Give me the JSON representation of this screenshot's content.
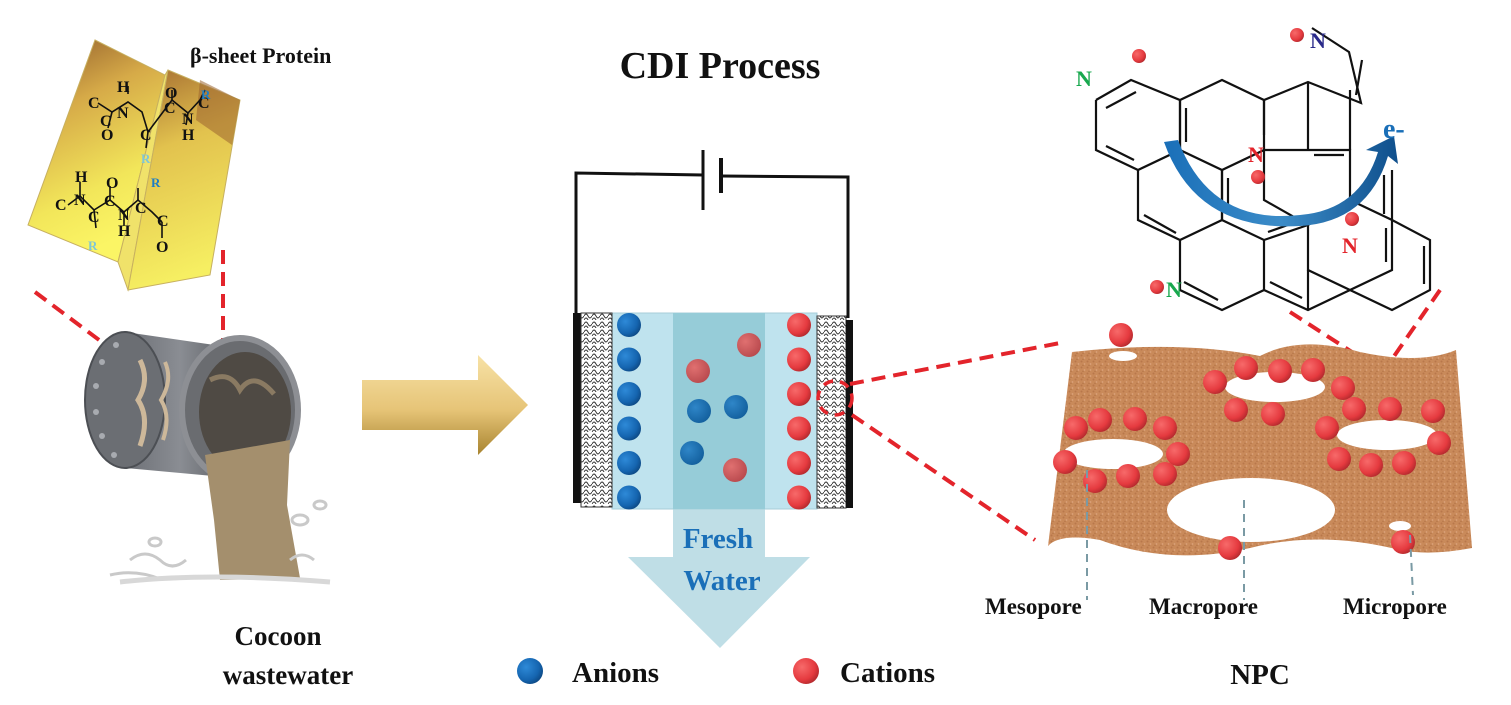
{
  "protein": {
    "title": "β-sheet Protein",
    "atoms_top": [
      "C",
      "H",
      "N",
      "C",
      "O",
      "C",
      "R",
      "O",
      "C",
      "N",
      "H",
      "R",
      "C"
    ],
    "atoms_bottom": [
      "H",
      "C",
      "N",
      "C",
      "R",
      "O",
      "C",
      "N",
      "H",
      "R",
      "C",
      "C",
      "O"
    ],
    "r_color_dark": "#1f7ec4",
    "r_color_light": "#7fc6d6"
  },
  "wastewater": {
    "label_line1": "Cocoon",
    "label_line2": "wastewater"
  },
  "cdi": {
    "title": "CDI Process",
    "fresh_water_line1": "Fresh",
    "fresh_water_line2": "Water",
    "fresh_water_color": "#1a6fb8",
    "anode_anions": 6,
    "cathode_cations": 6,
    "channel_anions": 3,
    "channel_cations": 3
  },
  "legend": {
    "anions_label": "Anions",
    "cations_label": "Cations",
    "anion_color": "#1565b0",
    "cation_color": "#e53a3f"
  },
  "npc": {
    "label": "NPC",
    "pores": [
      "Mesopore",
      "Macropore",
      "Micropore"
    ],
    "electron_label": "e-",
    "n_labels": {
      "pyridinic": "N",
      "pyrrolic": "N",
      "graphitic": "N"
    },
    "colors": {
      "pyridinic": "#18a84e",
      "pyrrolic": "#2a2a8a",
      "graphitic": "#e3242b",
      "electron": "#1a6fb8",
      "carbon_sheet": "#c98a5a"
    }
  },
  "colors": {
    "arrow_gold": "#e8c878",
    "callout_red": "#e3242b",
    "water_light": "#bfe3ee",
    "water_mid": "#96ccd8"
  }
}
